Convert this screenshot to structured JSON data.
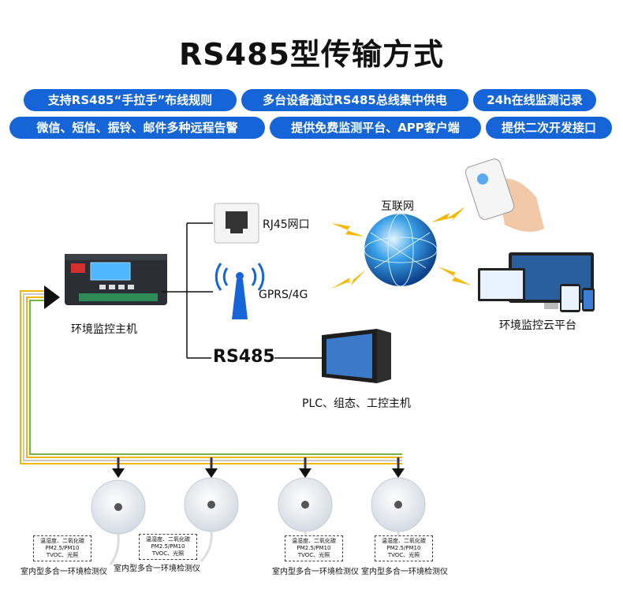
{
  "title": "RS485型传输方式",
  "features": [
    "支持RS485“手拉手”布线规则",
    "多台设备通过RS485总线集中供电",
    "24h在线监测记录",
    "微信、短信、振铃、邮件多种远程告警",
    "提供免费监测平台、APP客户端",
    "提供二次开发接口"
  ],
  "host": {
    "label": "环境监控主机"
  },
  "links": {
    "rj45": "RJ45网口",
    "gprs": "GPRS/4G",
    "rs485": "RS485"
  },
  "internet": "互联网",
  "cloud": "环境监控云平台",
  "plc": "PLC、组态、工控主机",
  "sensors": [
    {
      "spec": [
        "温湿度、二氧化碳",
        "PM2.5/PM10",
        "TVOC、光照"
      ],
      "name": "室内型多合一环境检测仪"
    },
    {
      "spec": [
        "温湿度、二氧化碳",
        "PM2.5/PM10",
        "TVOC、光照"
      ],
      "name": "室内型多合一环境检测仪"
    },
    {
      "spec": [
        "温湿度、二氧化碳",
        "PM2.5/PM10",
        "TVOC、光照"
      ],
      "name": "室内型多合一环境检测仪"
    },
    {
      "spec": [
        "温湿度、二氧化碳",
        "PM2.5/PM10",
        "TVOC、光照"
      ],
      "name": "室内型多合一环境检测仪"
    }
  ],
  "colors": {
    "pill": "#1565d8",
    "bolt": "#f5b800",
    "globe": "#1e88e5"
  }
}
